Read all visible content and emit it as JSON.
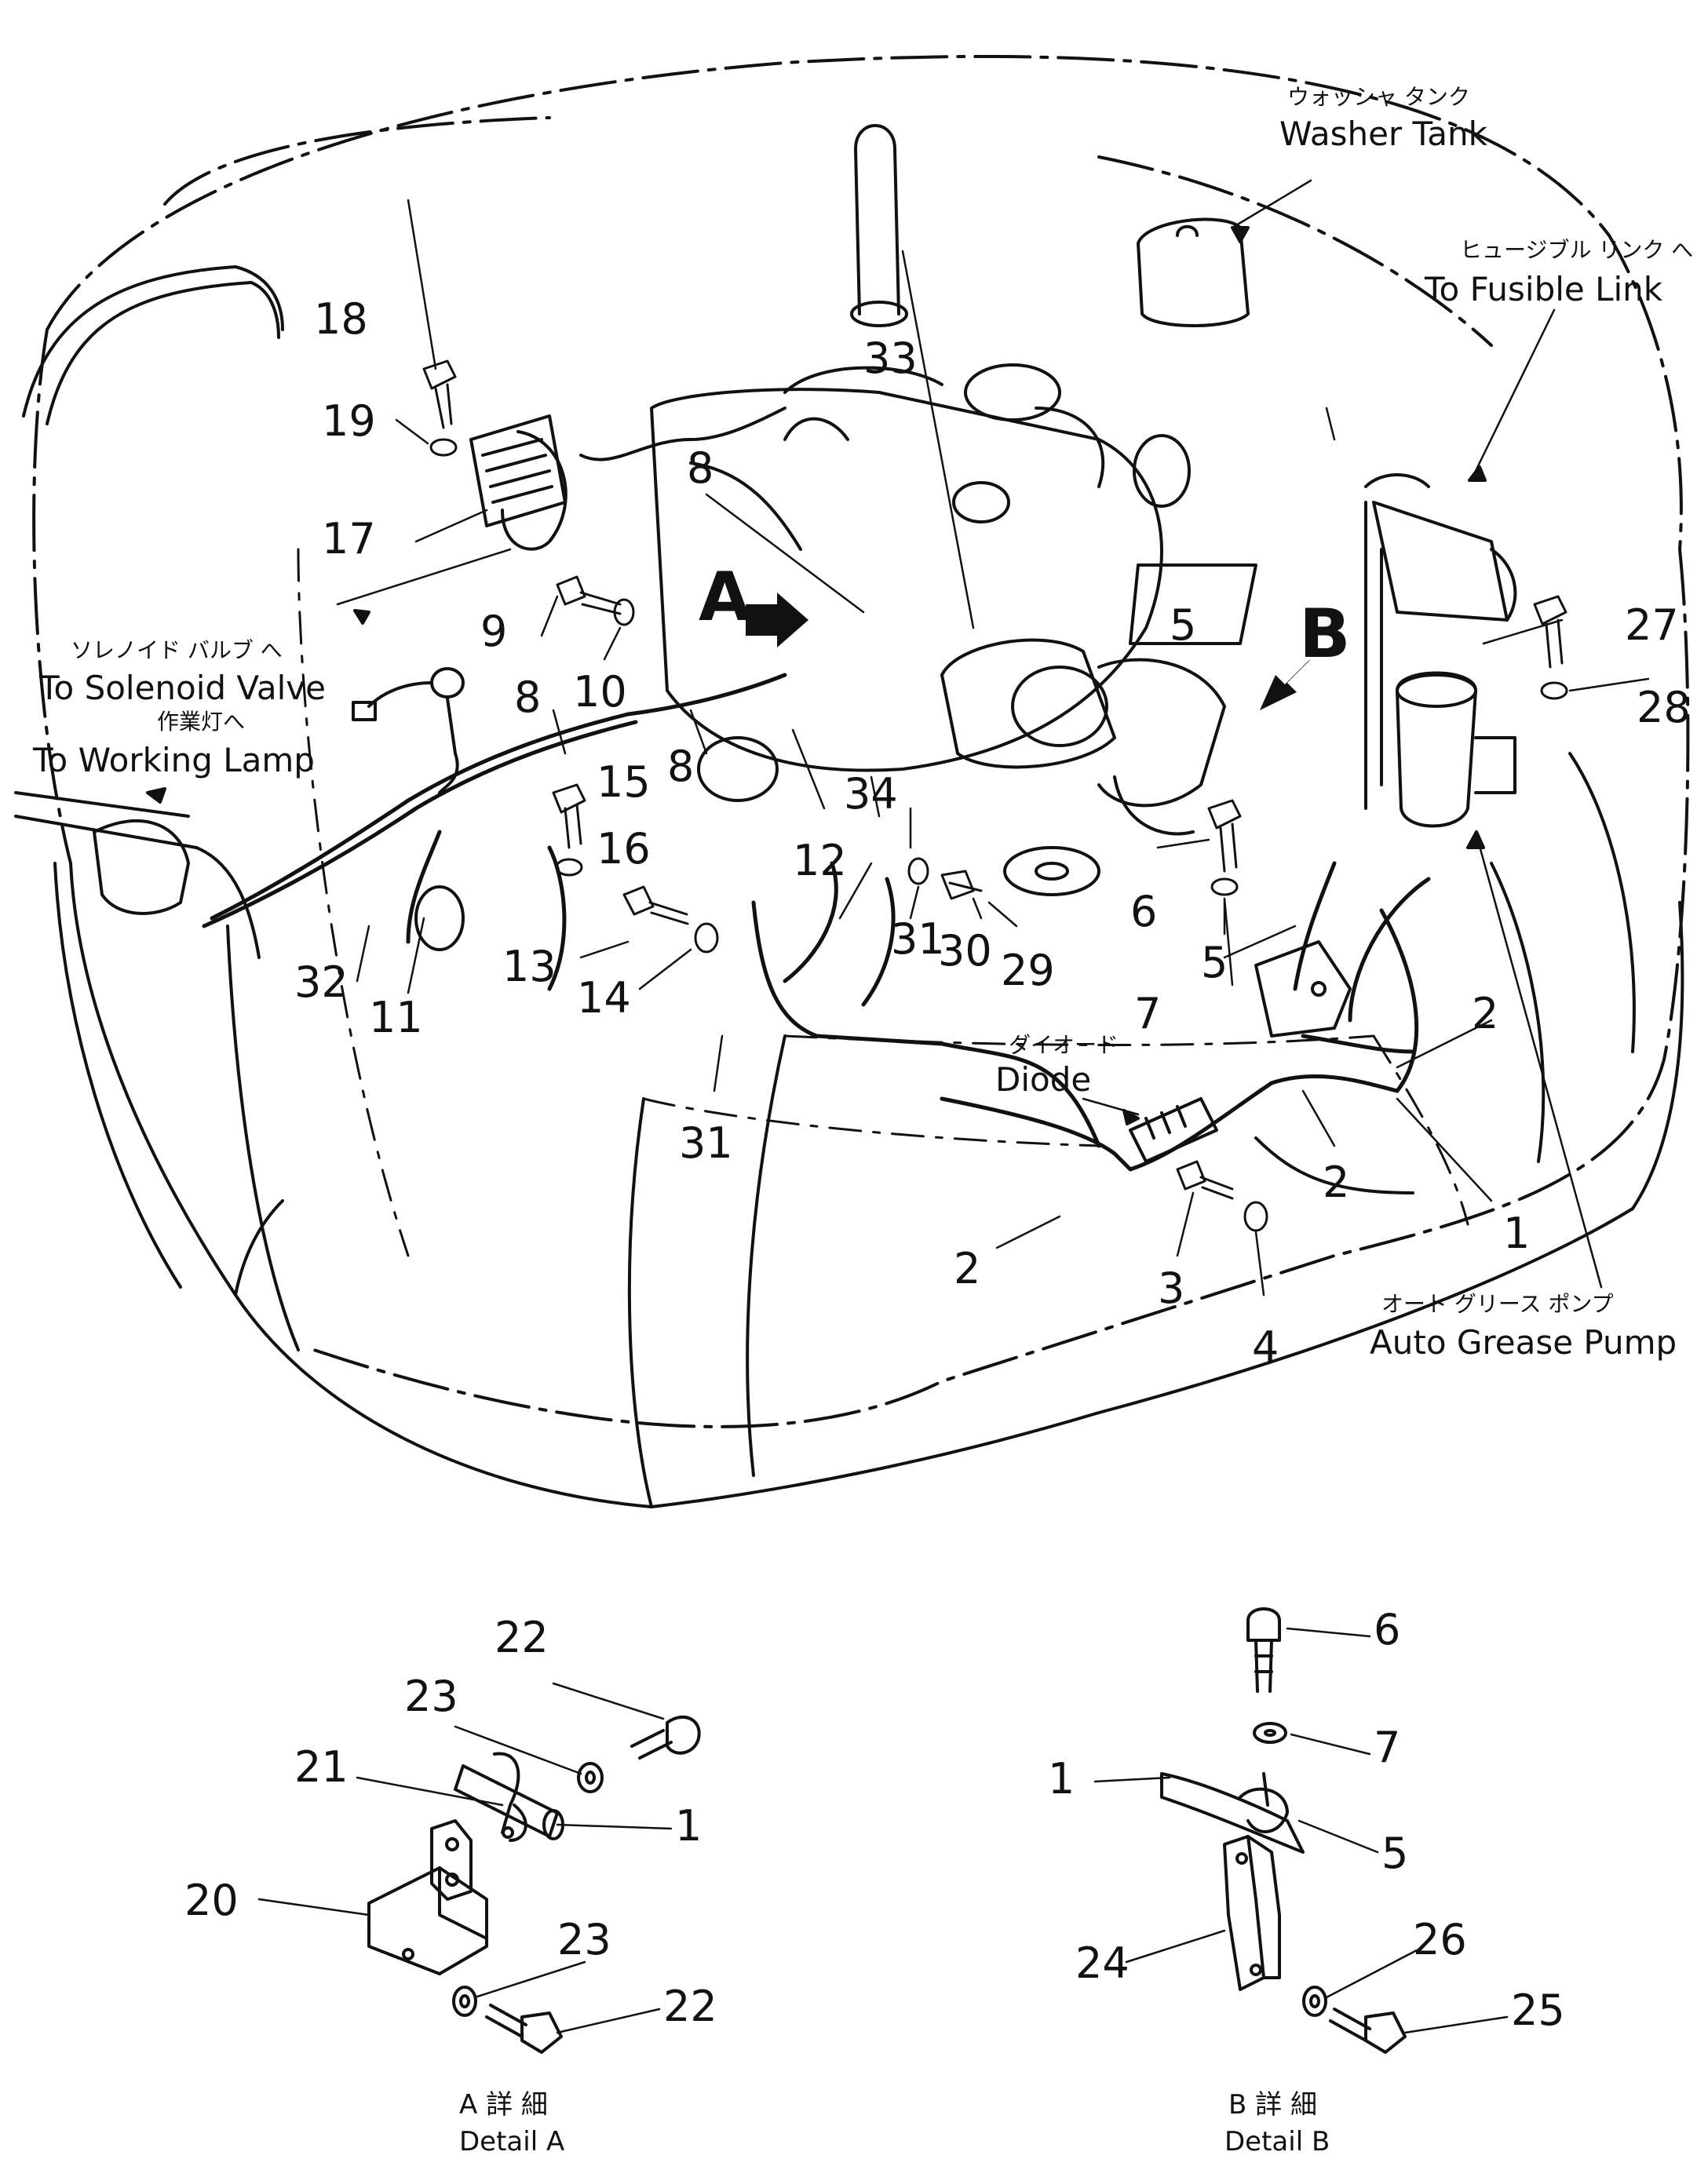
{
  "callouts": {
    "washer_tank": {
      "jp": "ウォッシャ タンク",
      "en": "Washer Tank"
    },
    "fusible_link": {
      "jp": "ヒュージブル リンク へ",
      "en": "To Fusible Link"
    },
    "solenoid_valve": {
      "jp": "ソレノイド バルブ へ",
      "en": "To Solenoid Valve"
    },
    "working_lamp": {
      "jp": "作業灯へ",
      "en": "To Working Lamp"
    },
    "diode": {
      "jp": "ダイオード",
      "en": "Diode"
    },
    "auto_grease_pump": {
      "jp": "オート グリース ポンプ",
      "en": "Auto Grease Pump"
    }
  },
  "view_markers": {
    "a": "A",
    "b": "B"
  },
  "part_numbers": {
    "n1": "1",
    "n2": "2",
    "n3": "3",
    "n4": "4",
    "n5": "5",
    "n6": "6",
    "n7": "7",
    "n8": "8",
    "n9": "9",
    "n10": "10",
    "n11": "11",
    "n12": "12",
    "n13": "13",
    "n14": "14",
    "n15": "15",
    "n16": "16",
    "n17": "17",
    "n18": "18",
    "n19": "19",
    "n20": "20",
    "n21": "21",
    "n22": "22",
    "n23": "23",
    "n24": "24",
    "n25": "25",
    "n26": "26",
    "n27": "27",
    "n28": "28",
    "n29": "29",
    "n30": "30",
    "n31": "31",
    "n32": "32",
    "n33": "33",
    "n34": "34"
  },
  "details": {
    "a": {
      "jp": "A 詳 細",
      "en": "Detail A"
    },
    "b": {
      "jp": "B 詳 細",
      "en": "Detail B"
    }
  }
}
